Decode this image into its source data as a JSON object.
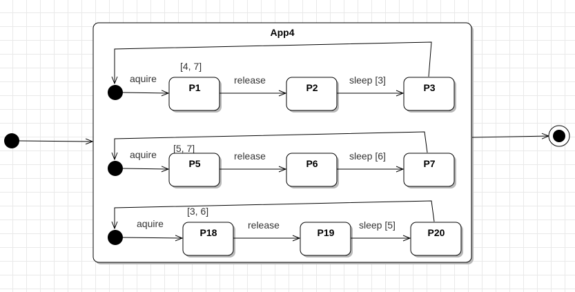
{
  "diagram": {
    "container_title": "App4",
    "rows": [
      {
        "states": [
          "P1",
          "P2",
          "P3"
        ],
        "edge_labels": [
          "aquire",
          "release",
          "sleep [3]"
        ],
        "range_label": "[4, 7]"
      },
      {
        "states": [
          "P5",
          "P6",
          "P7"
        ],
        "edge_labels": [
          "aquire",
          "release",
          "sleep [6]"
        ],
        "range_label": "[5, 7]"
      },
      {
        "states": [
          "P18",
          "P19",
          "P20"
        ],
        "edge_labels": [
          "aquire",
          "release",
          "sleep [5]"
        ],
        "range_label": "[3, 6]"
      }
    ]
  }
}
